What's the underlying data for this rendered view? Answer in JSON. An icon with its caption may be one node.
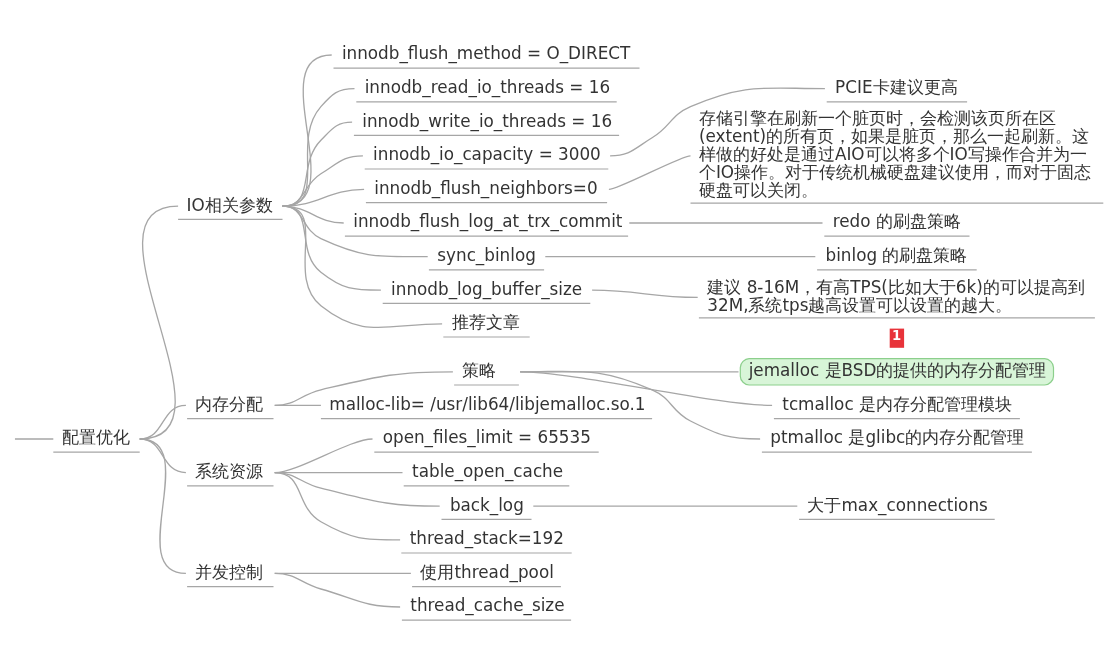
{
  "diagram": {
    "nodes": [
      {
        "text": [
          "配置优化"
        ]
      },
      {
        "text": [
          "IO相关参数"
        ]
      },
      {
        "text": [
          "innodb_flush_method = O_DIRECT"
        ]
      },
      {
        "text": [
          "innodb_read_io_threads = 16"
        ]
      },
      {
        "text": [
          "innodb_write_io_threads = 16"
        ]
      },
      {
        "text": [
          "innodb_io_capacity = 3000"
        ]
      },
      {
        "text": [
          "PCIE卡建议更高"
        ]
      },
      {
        "text": [
          "innodb_flush_neighbors=0"
        ]
      },
      {
        "text": [
          "存储引擎在刷新一个脏页时，会检测该页所在区(extent)的所有页，如果是脏页，那么一起刷新。这样做的好处是通过AIO可以将多个IO写操作合并为一个IO操作。对于传统机械硬盘建议使用，而对于固态硬盘可以关闭。"
        ]
      },
      {
        "text": [
          "innodb_flush_log_at_trx_commit"
        ]
      },
      {
        "text": [
          "redo 的刷盘策略"
        ]
      },
      {
        "text": [
          "sync_binlog"
        ]
      },
      {
        "text": [
          "binlog 的刷盘策略"
        ]
      },
      {
        "text": [
          "innodb_log_buffer_size"
        ]
      },
      {
        "text": [
          "建议 8-16M，有高TPS(比如大于6k)的可以提高到32M,系统tps越高设置可以设置的越大。"
        ]
      },
      {
        "text": [
          "推荐文章"
        ]
      },
      {
        "text": [
          "内存分配"
        ]
      },
      {
        "text": [
          "策略"
        ]
      },
      {
        "text": [
          "jemalloc 是BSD的提供的内存分配管理"
        ]
      },
      {
        "text": [
          "tcmalloc 是内存分配管理模块"
        ]
      },
      {
        "text": [
          "ptmalloc 是glibc的内存分配管理"
        ]
      },
      {
        "text": [
          "malloc-lib= /usr/lib64/libjemalloc.so.1"
        ]
      },
      {
        "text": [
          "系统资源"
        ]
      },
      {
        "text": [
          "open_files_limit = 65535"
        ]
      },
      {
        "text": [
          "table_open_cache"
        ]
      },
      {
        "text": [
          "back_log"
        ]
      },
      {
        "text": [
          "大于max_connections"
        ]
      },
      {
        "text": [
          "thread_stack=192"
        ]
      },
      {
        "text": [
          "并发控制"
        ]
      },
      {
        "text": [
          "使用thread_pool"
        ]
      },
      {
        "text": [
          "thread_cache_size"
        ]
      }
    ],
    "edges": [
      {
        "from": null,
        "to": 0,
        "arrow": "none"
      },
      {
        "from": 0,
        "to": 1,
        "arrow": "none"
      },
      {
        "from": 1,
        "to": 2,
        "arrow": "none"
      },
      {
        "from": 1,
        "to": 3,
        "arrow": "none"
      },
      {
        "from": 1,
        "to": 4,
        "arrow": "none"
      },
      {
        "from": 1,
        "to": 5,
        "arrow": "none"
      },
      {
        "from": 5,
        "to": 6,
        "arrow": "none"
      },
      {
        "from": 1,
        "to": 7,
        "arrow": "none"
      },
      {
        "from": 7,
        "to": 8,
        "arrow": "none"
      },
      {
        "from": 1,
        "to": 9,
        "arrow": "none"
      },
      {
        "from": 9,
        "to": 10,
        "arrow": "none"
      },
      {
        "from": 1,
        "to": 11,
        "arrow": "none"
      },
      {
        "from": 11,
        "to": 12,
        "arrow": "none"
      },
      {
        "from": 1,
        "to": 13,
        "arrow": "none"
      },
      {
        "from": 13,
        "to": 14,
        "arrow": "none"
      },
      {
        "from": 1,
        "to": 15,
        "arrow": "none"
      },
      {
        "from": 0,
        "to": 16,
        "arrow": "none"
      },
      {
        "from": 16,
        "to": 17,
        "arrow": "none"
      },
      {
        "from": 17,
        "to": 18,
        "arrow": "none"
      },
      {
        "from": 17,
        "to": 19,
        "arrow": "none"
      },
      {
        "from": 17,
        "to": 20,
        "arrow": "none"
      },
      {
        "from": 16,
        "to": 21,
        "arrow": "none"
      },
      {
        "from": 0,
        "to": 22,
        "arrow": "none"
      },
      {
        "from": 22,
        "to": 23,
        "arrow": "none"
      },
      {
        "from": 22,
        "to": 24,
        "arrow": "none"
      },
      {
        "from": 22,
        "to": 25,
        "arrow": "none"
      },
      {
        "from": 25,
        "to": 26,
        "arrow": "none"
      },
      {
        "from": 22,
        "to": 27,
        "arrow": "none"
      },
      {
        "from": 0,
        "to": 28,
        "arrow": "none"
      },
      {
        "from": 28,
        "to": 29,
        "arrow": "none"
      },
      {
        "from": 28,
        "to": 30,
        "arrow": "none"
      }
    ],
    "labels": [
      "1"
    ]
  }
}
